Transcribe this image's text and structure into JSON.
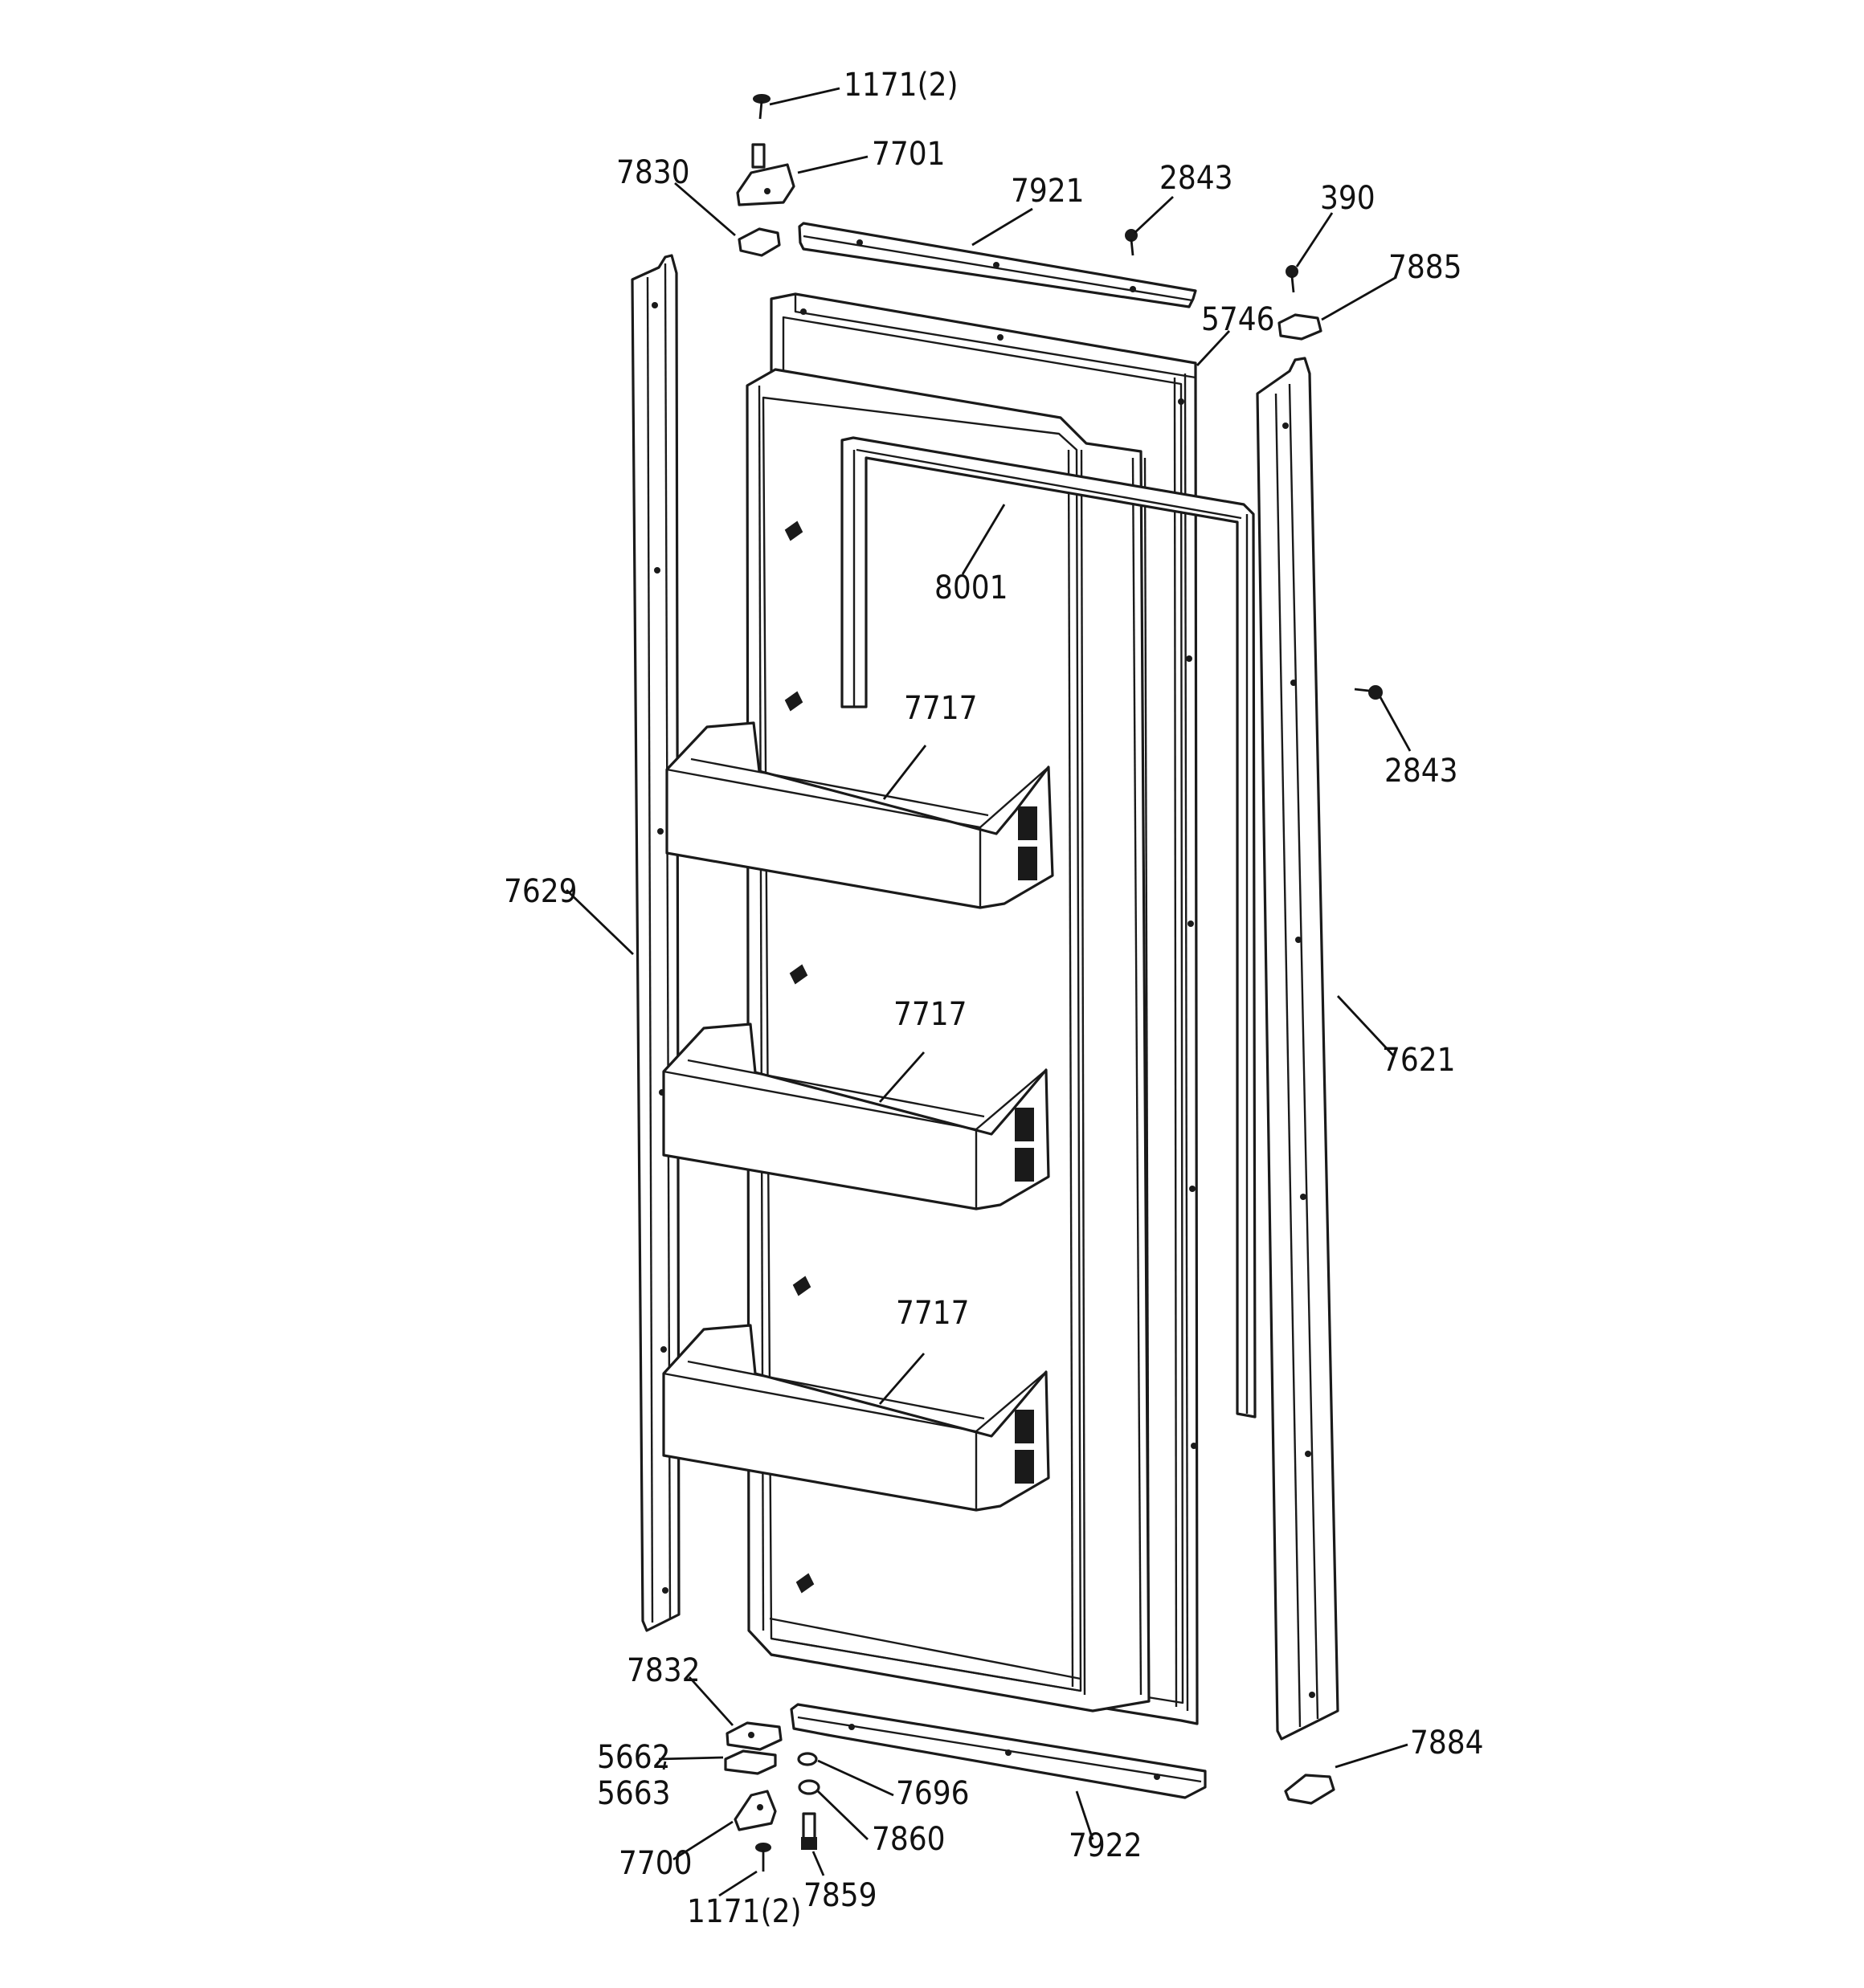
{
  "diagram": {
    "labels": {
      "l1171_top": "1171(2)",
      "l7701": "7701",
      "l7830": "7830",
      "l7921": "7921",
      "l2843_top": "2843",
      "l390": "390",
      "l7885": "7885",
      "l5746": "5746",
      "l8001": "8001",
      "l7717_a": "7717",
      "l2843_side": "2843",
      "l7629": "7629",
      "l7717_b": "7717",
      "l7621": "7621",
      "l7717_c": "7717",
      "l7832": "7832",
      "l5662": "5662",
      "l5663": "5663",
      "l7696": "7696",
      "l7884": "7884",
      "l7860": "7860",
      "l7700": "7700",
      "l7922": "7922",
      "l7859": "7859",
      "l1171_bottom": "1171(2)"
    }
  }
}
